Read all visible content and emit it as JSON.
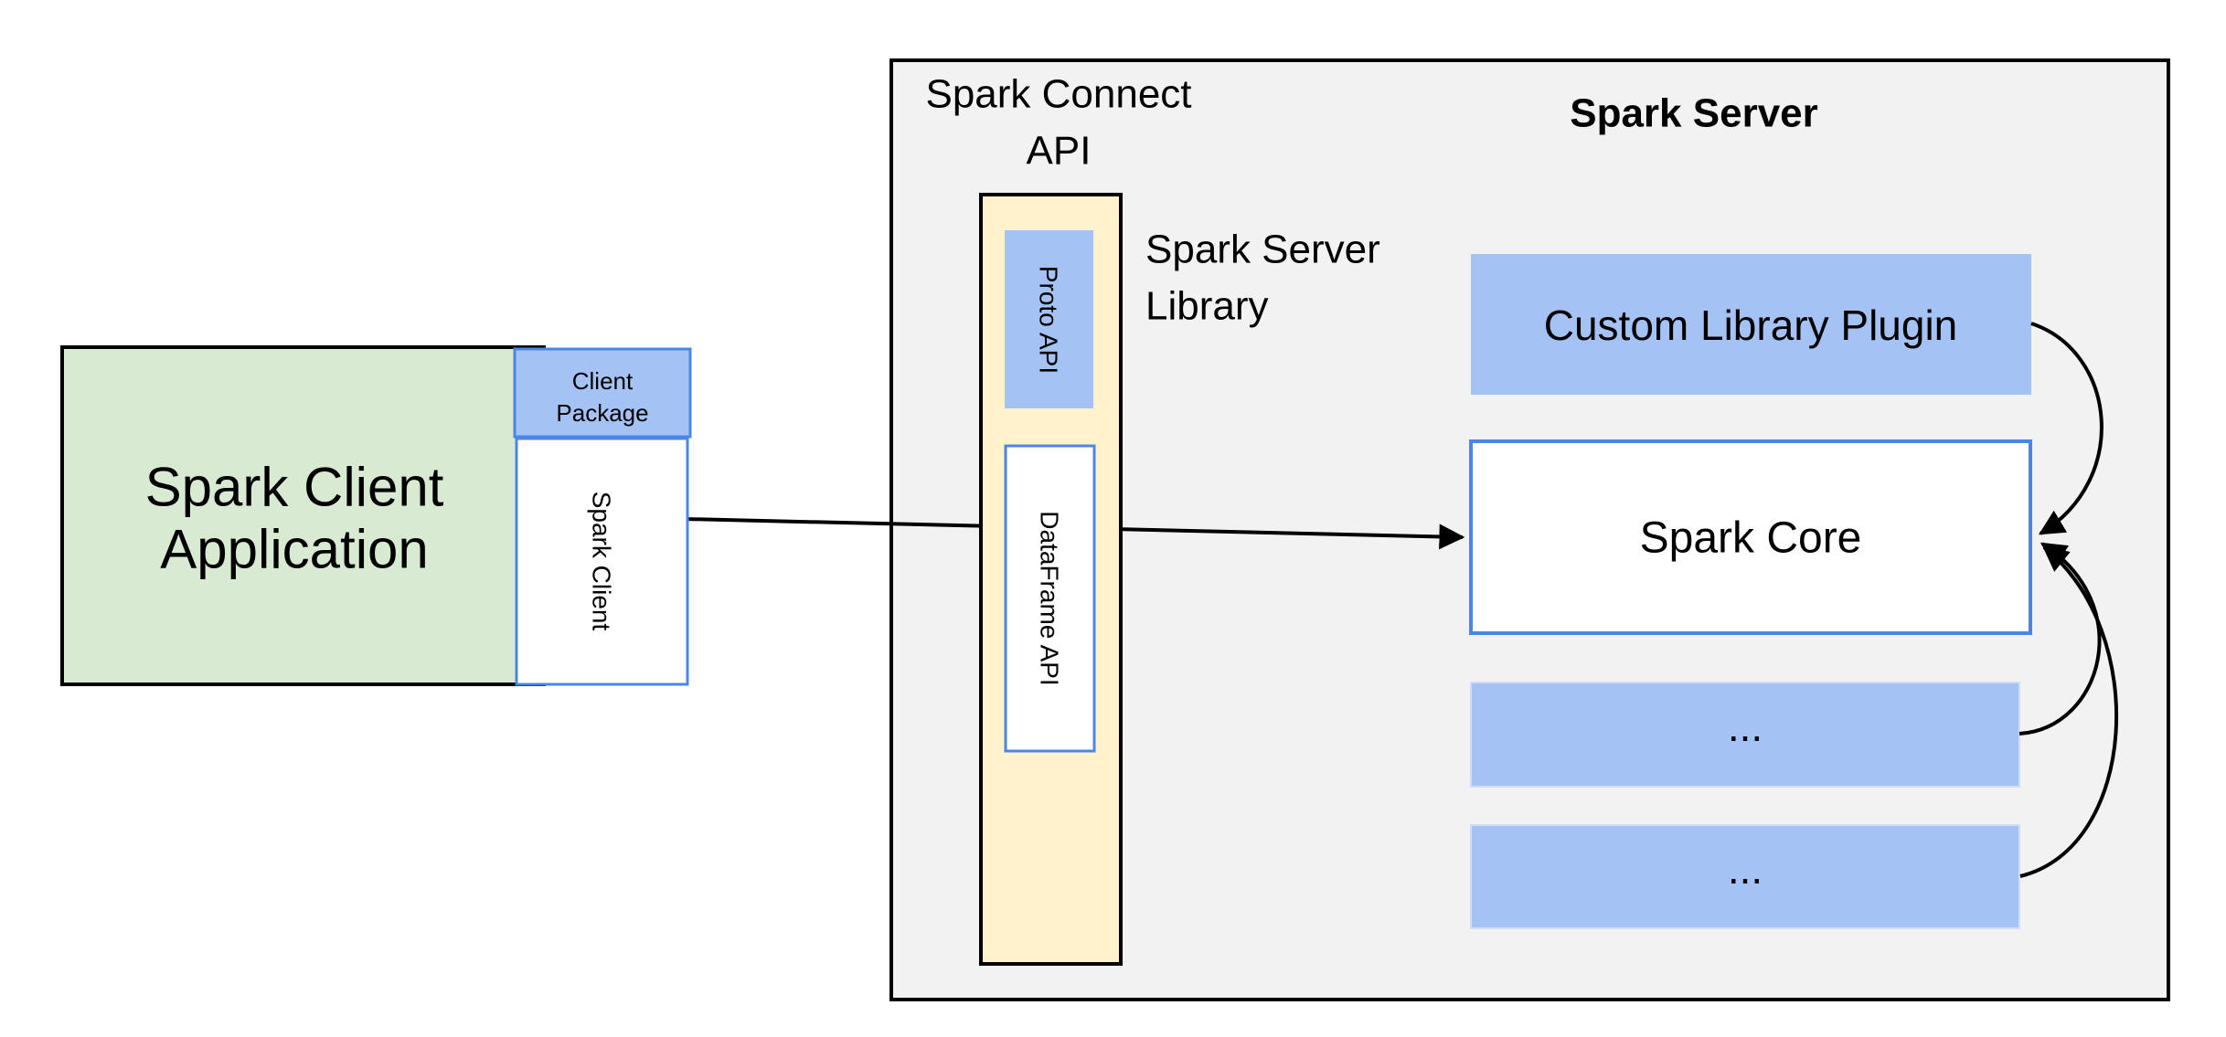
{
  "colors": {
    "background": "#ffffff",
    "server_panel_fill": "#f2f2f2",
    "green_fill": "#d9ead3",
    "blue_fill": "#a4c2f4",
    "yellow_fill": "#fff2cc",
    "white_fill": "#ffffff",
    "blue_border": "#4a86e8",
    "black": "#000000",
    "ellipsis_border": "#d0def5"
  },
  "client_app": {
    "label_line1": "Spark Client",
    "label_line2": "Application"
  },
  "client_package": {
    "label_line1": "Client",
    "label_line2": "Package"
  },
  "spark_client": {
    "label": "Spark Client"
  },
  "spark_connect_api": {
    "title_line1": "Spark Connect",
    "title_line2": "API"
  },
  "proto_api": {
    "label": "Proto API"
  },
  "dataframe_api": {
    "label": "DataFrame API"
  },
  "spark_server_library": {
    "label_line1": "Spark Server",
    "label_line2": "Library"
  },
  "spark_server": {
    "title": "Spark Server"
  },
  "custom_library_plugin": {
    "label": "Custom Library Plugin"
  },
  "spark_core": {
    "label": "Spark Core"
  },
  "plugin_slot_1": {
    "label": "..."
  },
  "plugin_slot_2": {
    "label": "..."
  }
}
